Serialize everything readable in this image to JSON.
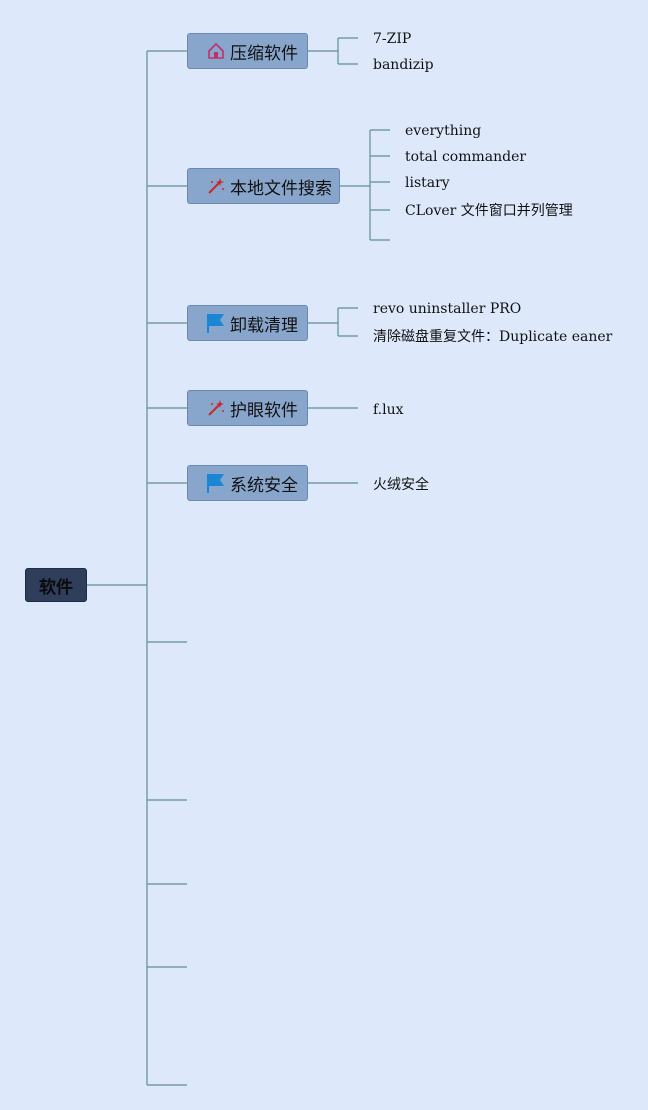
{
  "root": {
    "label": "软件"
  },
  "branches": [
    {
      "label": "压缩软件",
      "icon": "home-icon",
      "children": [
        "7-ZIP",
        "bandizip"
      ]
    },
    {
      "label": "本地文件搜索",
      "icon": "magic-wand-icon",
      "children": [
        "everything",
        "total commander",
        "listary",
        "CLover 文件窗口并列管理",
        ""
      ]
    },
    {
      "label": "卸载清理",
      "icon": "flag-icon",
      "children": [
        "revo uninstaller PRO",
        "清除磁盘重复文件：Duplicate eaner"
      ]
    },
    {
      "label": "护眼软件",
      "icon": "magic-wand-icon",
      "children": [
        "f.lux"
      ]
    },
    {
      "label": "系统安全",
      "icon": "flag-icon",
      "children": [
        "火绒安全"
      ]
    }
  ],
  "colors": {
    "background": "#dde9fb",
    "topic_fill": "#88a6cc",
    "root_fill": "#2e3e5b",
    "connector": "#5f8f8f"
  }
}
